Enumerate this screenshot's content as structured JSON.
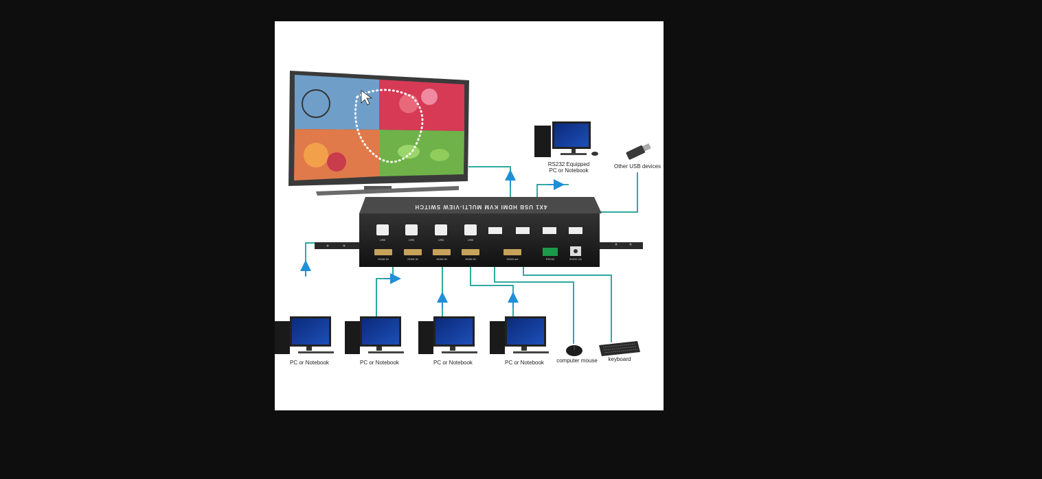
{
  "image": {
    "switch_title": "4X1 USB HDMI KVM MULTI-VIEW SWITCH",
    "port_labels": {
      "usb": "USB",
      "hdmi_in": "HDMI IN",
      "hdmi_out": "HDMI out",
      "rs232": "RS232",
      "power": "5V/DC 2A"
    },
    "devices": {
      "pc_1": "PC or Notebook",
      "pc_2": "PC or Notebook",
      "pc_3": "PC or Notebook",
      "pc_4": "PC or Notebook",
      "mouse": "computer mouse",
      "keyboard": "keyboard",
      "rs232_line1": "RS232 Equipped",
      "rs232_line2": "PC or Notebook",
      "usb_devices": "Other USB devices"
    },
    "colors": {
      "background": "#0e0e0e",
      "frame": "#ffffff",
      "cable": "#2fa9a0",
      "arrow": "#1f8fd6",
      "device": "#1a1a1a"
    }
  }
}
